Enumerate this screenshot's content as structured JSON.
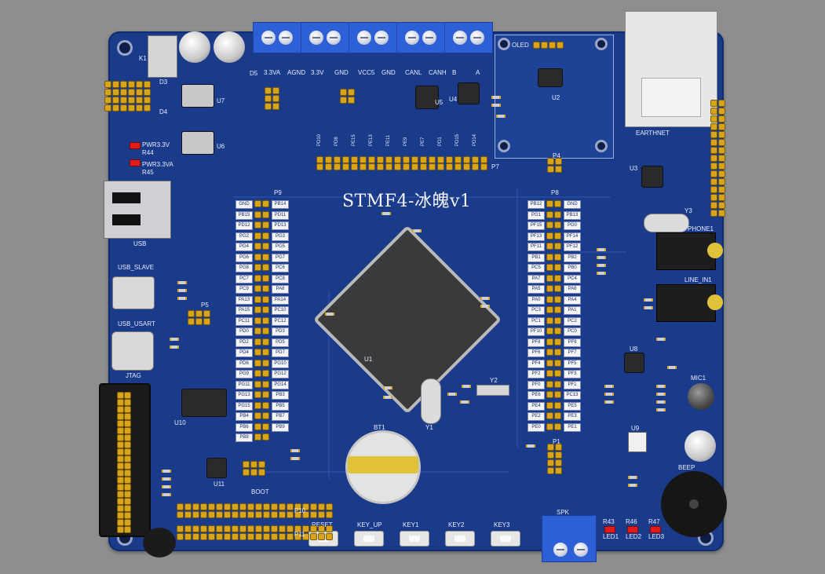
{
  "board": {
    "title": "STMF4-冰魄v1",
    "colors": {
      "pcb": "#1a3a8a",
      "background": "#8e8e8e",
      "header_pin": "#d8a41a"
    }
  },
  "terminal": {
    "labels": [
      "3.3VA",
      "AGND",
      "3.3V",
      "GND",
      "VCC5",
      "GND",
      "CANL",
      "CANH",
      "B",
      "A"
    ]
  },
  "components": {
    "k1": "K1",
    "d5": "D5",
    "d3": "D3",
    "d4": "D4",
    "u7": "U7",
    "u6": "U6",
    "u5": "U5",
    "u4": "U4",
    "u2": "U2",
    "u3": "U3",
    "u8": "U8",
    "u9": "U9",
    "u10": "U10",
    "u11": "U11",
    "u1": "U1",
    "y1": "Y1",
    "y2": "Y2",
    "y3": "Y3",
    "bt1": "BT1",
    "p9": "P9",
    "p8": "P8",
    "p7": "P7",
    "p5": "P5",
    "p1": "P1",
    "p4": "P4",
    "p10": "P10",
    "p11": "P11",
    "oled": "OLED",
    "earthnet": "EARTHNET",
    "phone1": "PHONE1",
    "line_in1": "LINE_IN1",
    "mic1": "MIC1",
    "beep": "BEEP",
    "spk": "SPK",
    "boot": "BOOT",
    "usb": "USB",
    "usb_slave": "USB_SLAVE",
    "usb_usart": "USB_USART",
    "jtag": "JTAG",
    "pwr33": "PWR3.3V",
    "pwr33a": "PWR3.3VA",
    "r44": "R44",
    "r45": "R45"
  },
  "buttons": [
    {
      "label": "RESET"
    },
    {
      "label": "KEY_UP"
    },
    {
      "label": "KEY1"
    },
    {
      "label": "KEY2"
    },
    {
      "label": "KEY3"
    }
  ],
  "leds": [
    {
      "label": "LED1",
      "ref": "R43"
    },
    {
      "label": "LED2",
      "ref": "R46"
    },
    {
      "label": "LED3",
      "ref": "R47"
    }
  ],
  "p9_left": [
    "GND",
    "PB15",
    "PD12",
    "PG2",
    "PG4",
    "PG6",
    "PG8",
    "PC7",
    "PC9",
    "PA13",
    "PA15",
    "PC11",
    "PD0",
    "PD2",
    "PD4",
    "PD6",
    "PG9",
    "PG11",
    "PG13",
    "PG15",
    "PB4",
    "PB6",
    "PB8"
  ],
  "p9_right": [
    "PB14",
    "PD11",
    "PD13",
    "PG3",
    "PG5",
    "PG7",
    "PC6",
    "PC8",
    "PA8",
    "PA14",
    "PC10",
    "PC12",
    "PD3",
    "PD5",
    "PD7",
    "PG10",
    "PG12",
    "PG14",
    "PB3",
    "PB5",
    "PB7",
    "PB9"
  ],
  "p8_left": [
    "PB12",
    "PG1",
    "PF15",
    "PF13",
    "PF11",
    "PB1",
    "PC5",
    "PA7",
    "PA5",
    "PA0",
    "PC3",
    "PC1",
    "PF10",
    "PF8",
    "PF6",
    "PF4",
    "PF2",
    "PF0",
    "PE6",
    "PE4",
    "PE2",
    "PE0"
  ],
  "p8_right": [
    "GND",
    "PB13",
    "PG0",
    "PF14",
    "PF12",
    "PB2",
    "PB0",
    "PC4",
    "PA6",
    "PA4",
    "PA1",
    "PC2",
    "PC0",
    "PF9",
    "PF7",
    "PF5",
    "PF3",
    "PF1",
    "PC13",
    "PE5",
    "PE3",
    "PE1"
  ],
  "p7_top": [
    "PD10",
    "PD8",
    "PE15",
    "PE13",
    "PE11",
    "PE9",
    "PE7",
    "PD1",
    "PD15",
    "PD14"
  ]
}
